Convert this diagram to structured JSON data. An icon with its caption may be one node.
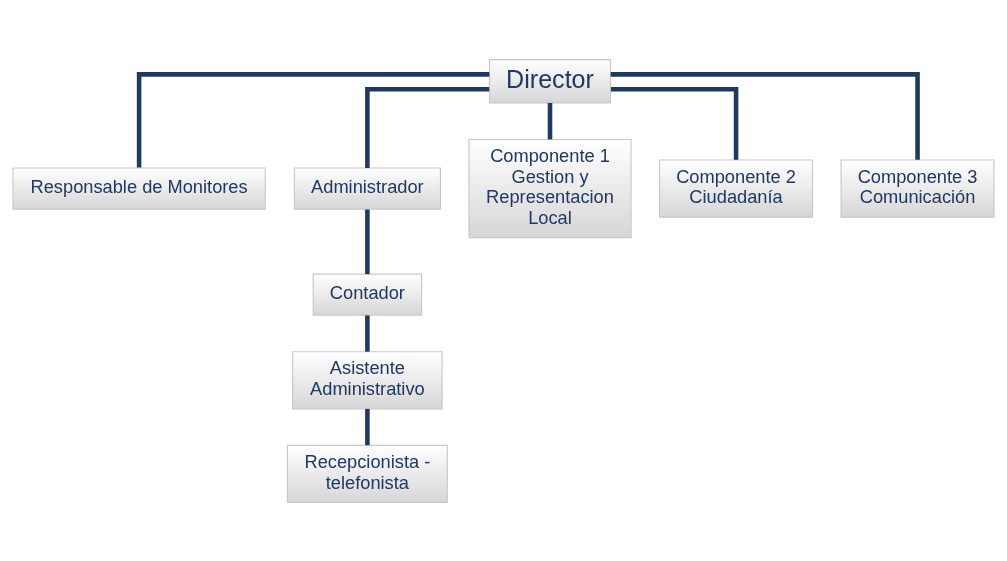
{
  "diagram": {
    "nodes": [
      {
        "text": [
          "Director"
        ]
      },
      {
        "text": [
          "Responsable de Monitores"
        ]
      },
      {
        "text": [
          "Administrador"
        ]
      },
      {
        "text": [
          "Contador"
        ]
      },
      {
        "text": [
          "Asistente Administrativo"
        ]
      },
      {
        "text": [
          "Recepcionista - telefonista"
        ]
      },
      {
        "text": [
          "Componente 1 Gestion y Representacion Local"
        ]
      },
      {
        "text": [
          "Componente 2 Ciudadanía"
        ]
      },
      {
        "text": [
          "Componente 3 Comunicación"
        ]
      }
    ],
    "edges": [
      {
        "from": 0,
        "to": 1,
        "arrow": "none"
      },
      {
        "from": 0,
        "to": 2,
        "arrow": "none"
      },
      {
        "from": 2,
        "to": 3,
        "arrow": "none"
      },
      {
        "from": 3,
        "to": 4,
        "arrow": "none"
      },
      {
        "from": 4,
        "to": 5,
        "arrow": "none"
      },
      {
        "from": 0,
        "to": 6,
        "arrow": "none"
      },
      {
        "from": 0,
        "to": 7,
        "arrow": "none"
      },
      {
        "from": 0,
        "to": 8,
        "arrow": "none"
      }
    ]
  }
}
